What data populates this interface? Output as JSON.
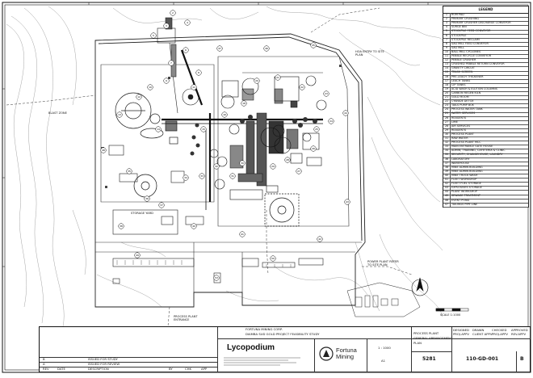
{
  "drawing": {
    "annotations": {
      "road_to_site": "HOA ENTRY TO SITE PLAN",
      "blast_zone": "BLAST ZONE",
      "storage_yard": "STORAGE YARD",
      "process_plant_entrance": "PROCESS PLANT ENTRANCE",
      "power_plant": "POWER PLANT REFER TO SITE PLAN"
    },
    "callouts": [
      "2",
      "3",
      "4",
      "5",
      "6",
      "7",
      "8",
      "9",
      "10",
      "11",
      "12",
      "13",
      "14",
      "15",
      "16",
      "18",
      "20",
      "21",
      "22",
      "23",
      "24",
      "25",
      "26",
      "27",
      "28",
      "29",
      "30",
      "31",
      "32",
      "33",
      "34",
      "35",
      "36",
      "37",
      "38",
      "40",
      "41",
      "42",
      "43",
      "44",
      "45",
      "46",
      "47",
      "48",
      "49",
      "50",
      "53"
    ]
  },
  "legend": {
    "title": "LEGEND",
    "items": [
      {
        "num": "1",
        "text": "ROM PAD"
      },
      {
        "num": "2",
        "text": "PRIMARY CRUSHING"
      },
      {
        "num": "3",
        "text": "PRIMARY CRUSHER DISCHARGE CONVEYOR"
      },
      {
        "num": "4",
        "text": "SURGE BIN"
      },
      {
        "num": "5",
        "text": "STOCKPILE FEED CONVEYOR"
      },
      {
        "num": "6",
        "text": "STOCKPILE"
      },
      {
        "num": "7",
        "text": "STOCKPILE RECLAIM"
      },
      {
        "num": "8",
        "text": "SAG MILL FEED CONVEYOR"
      },
      {
        "num": "9",
        "text": "SAG MILL"
      },
      {
        "num": "10",
        "text": "BALL MILL CYCLONES"
      },
      {
        "num": "11",
        "text": "PEBBLE RECYCLE CONVEYOR"
      },
      {
        "num": "12",
        "text": "PEBBLE CRUSHER"
      },
      {
        "num": "13",
        "text": "CRUSHED PEBBLE RETURN CONVEYOR"
      },
      {
        "num": "14",
        "text": "GRAVITY CIRCUIT"
      },
      {
        "num": "15",
        "text": "TRASH SCREEN"
      },
      {
        "num": "16",
        "text": "PRE-LEACH THICKENER"
      },
      {
        "num": "17",
        "text": "LEACH TANKS"
      },
      {
        "num": "18",
        "text": "CIP TANKS"
      },
      {
        "num": "19",
        "text": "ACID WASH & ELUTION COLUMNS"
      },
      {
        "num": "20",
        "text": "CARBON REGEN KILN"
      },
      {
        "num": "21",
        "text": "GOLD ROOM"
      },
      {
        "num": "22",
        "text": "CYANIDE DETOX"
      },
      {
        "num": "23",
        "text": "TAILS PUMP BOX"
      },
      {
        "num": "24",
        "text": "PROCESS WATER TANK"
      },
      {
        "num": "25",
        "text": "WATER SERVICES"
      },
      {
        "num": "26",
        "text": "REAGENTS"
      },
      {
        "num": "27",
        "text": "LIME"
      },
      {
        "num": "28",
        "text": "AIR SERVICES"
      },
      {
        "num": "29",
        "text": "REAGENTS"
      },
      {
        "num": "30",
        "text": "PROCESS PLANT"
      },
      {
        "num": "31",
        "text": "RAW WATER"
      },
      {
        "num": "32",
        "text": "PROCESS PLANT MCC"
      },
      {
        "num": "33",
        "text": "MAIN ENTRANCE GATE HOUSE"
      },
      {
        "num": "34",
        "text": "ADMIN, TRAINING, CAFETERIA & CLINIC"
      },
      {
        "num": "35",
        "text": "SECURITY, CHANGEHOUSE, LAUNDRY"
      },
      {
        "num": "36",
        "text": "LABORATORY"
      },
      {
        "num": "37",
        "text": "WAREHOUSE"
      },
      {
        "num": "38",
        "text": "MINE ADMIN BUILDING"
      },
      {
        "num": "39",
        "text": "MINE ADMIN BUILDING"
      },
      {
        "num": "40",
        "text": "MINE TRUCK WASH"
      },
      {
        "num": "41",
        "text": "FLEET WORKSHOP"
      },
      {
        "num": "42",
        "text": "FLEET FUEL STORAGE"
      },
      {
        "num": "43",
        "text": "EXPLOSIVES STORAGE"
      },
      {
        "num": "44",
        "text": "PLANT WORKSHOP"
      },
      {
        "num": "45",
        "text": "SEWAGE TREATMENT"
      },
      {
        "num": "46",
        "text": "EVENT POND"
      },
      {
        "num": "47",
        "text": "TAILINGS PIPE LINE"
      }
    ]
  },
  "scale": {
    "label": "SCALE 1:1000"
  },
  "title_block": {
    "client": "FORTUNA MINING CORP.",
    "project": "DIAMBA SUD GOLD PROJECT FEASIBILITY STUDY",
    "title_lines": [
      "PROCESS PLANT",
      "GENERAL ARRANGEMENT",
      "PLAN"
    ],
    "company_logo": "Lycopodium",
    "client_logo_line1": "Fortuna",
    "client_logo_line2": "Mining",
    "scale": "1 : 1000",
    "size": "A1",
    "job_no": "5281",
    "drawing_no": "110-GD-001",
    "revision": "B",
    "header_cells": [
      "DESIGNED",
      "DRAWN",
      "CHECKED",
      "APPROVED",
      "PROJ.APPV",
      "CLIENT APPV",
      "PROJ.APPV",
      "REV.APPV"
    ],
    "revisions": [
      {
        "rev": "B",
        "desc": "ISSUED FOR STUDY"
      },
      {
        "rev": "A",
        "desc": "ISSUED FOR REVIEW"
      }
    ],
    "revision_header": [
      "REV",
      "DATE",
      "DESCRIPTION",
      "BY",
      "CHK",
      "APP"
    ]
  }
}
